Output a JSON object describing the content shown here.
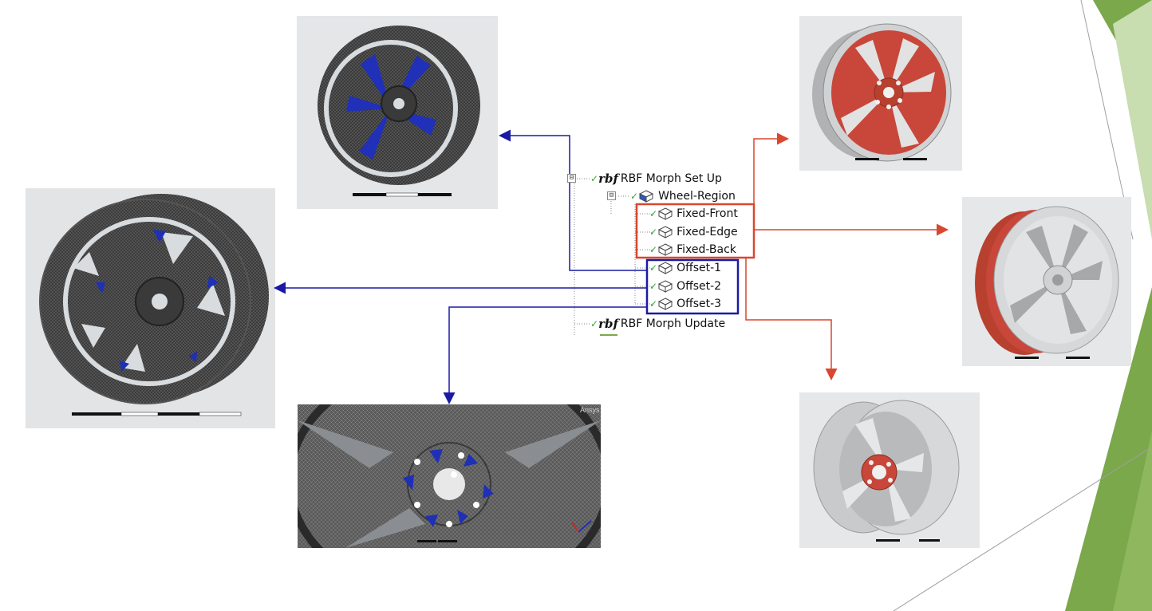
{
  "tree": {
    "root": {
      "label": "RBF Morph Set Up",
      "logo": "rbf",
      "expander": "⊟"
    },
    "region": {
      "label": "Wheel-Region",
      "expander": "⊟"
    },
    "items": [
      {
        "label": "Fixed-Front",
        "group": "fixed"
      },
      {
        "label": "Fixed-Edge",
        "group": "fixed"
      },
      {
        "label": "Fixed-Back",
        "group": "fixed"
      },
      {
        "label": "Offset-1",
        "group": "offset"
      },
      {
        "label": "Offset-2",
        "group": "offset"
      },
      {
        "label": "Offset-3",
        "group": "offset"
      }
    ],
    "update": {
      "label": "RBF Morph Update",
      "logo": "rbf"
    }
  },
  "colors": {
    "fixed_box": "#d9472f",
    "offset_box": "#1a1aa6",
    "check": "#3aa83a",
    "mesh_dark": "#3b3b3b",
    "mesh_blue": "#1e2fb8",
    "wheel_red": "#c8473a",
    "wheel_silver": "#d4d4d4",
    "deco_green": "#7aa84a",
    "deco_light_green": "#c8ddb0"
  },
  "icons": [
    "check-icon",
    "cube-icon",
    "tree-expander-icon",
    "arrow-icon"
  ],
  "tiles": [
    {
      "name": "mesh-wheel-blue-offset-top",
      "style": "mesh",
      "highlight": "blue-spokes"
    },
    {
      "name": "mesh-wheel-blue-offset-left",
      "style": "mesh",
      "highlight": "blue-pockets"
    },
    {
      "name": "mesh-wheel-blue-hub-closeup",
      "style": "mesh",
      "highlight": "blue-hub",
      "overlay_text": "Ansys"
    },
    {
      "name": "render-wheel-red-front",
      "style": "render",
      "highlight": "red-face"
    },
    {
      "name": "render-wheel-red-edge",
      "style": "render",
      "highlight": "red-rim"
    },
    {
      "name": "render-wheel-red-back",
      "style": "render",
      "highlight": "red-hub"
    }
  ]
}
